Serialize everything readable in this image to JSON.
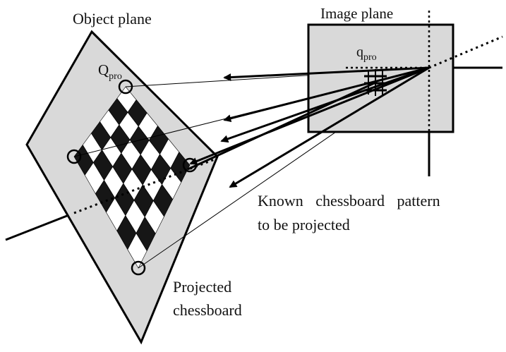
{
  "labels": {
    "object_plane": "Object plane",
    "image_plane": "Image plane",
    "q_pro_main": "Q",
    "q_pro_sub": "pro",
    "q_img_main": "q",
    "q_img_sub": "pro",
    "known_line1": "Known chessboard pattern",
    "known_line2": "to be projected",
    "projected_line1": "Projected",
    "projected_line2": "chessboard"
  },
  "chessboard": {
    "rows": 6,
    "cols": 6
  },
  "colors": {
    "plane_fill": "#d9d9d9",
    "square_dark": "#161616",
    "square_light": "#ffffff",
    "stroke": "#000000"
  }
}
